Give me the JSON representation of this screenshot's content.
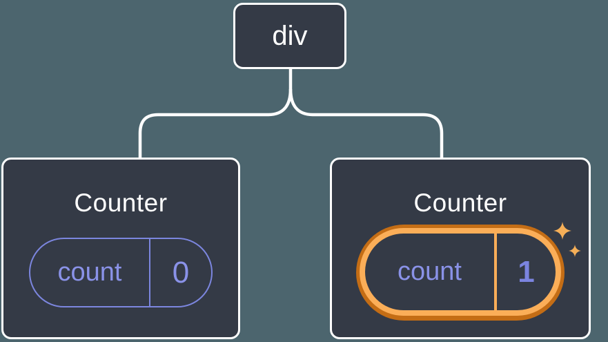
{
  "diagram": {
    "description": "React component tree diagram: a div element with two Counter children holding count state",
    "root": {
      "label": "div"
    },
    "children": [
      {
        "title": "Counter",
        "state": {
          "key": "count",
          "value": "0"
        },
        "highlighted": false
      },
      {
        "title": "Counter",
        "state": {
          "key": "count",
          "value": "1"
        },
        "highlighted": true
      }
    ]
  },
  "icons": {
    "sparkles": "four-point-sparkle-stars"
  },
  "colors": {
    "background": "#4C656E",
    "node_fill": "#343A46",
    "node_border": "#FFFFFF",
    "text_primary": "#FFFFFF",
    "state_purple": "#7C86DF",
    "state_purple_text": "#8A92E8",
    "state_value_bold": "#7B84E0",
    "highlight_orange_light": "#FBAE58",
    "highlight_orange_dark": "#C46D15",
    "sparkle": "#F5AF58",
    "connector": "#FFFFFF"
  }
}
